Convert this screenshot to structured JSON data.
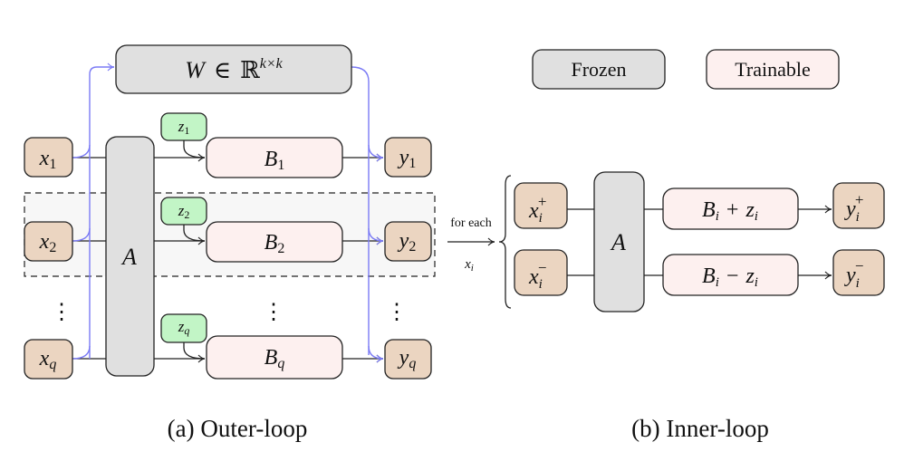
{
  "colors": {
    "frozen": "#e0e0e0",
    "trainable": "#fdf0ef",
    "io": "#ebd5c1",
    "z": "#c2f5c6",
    "highlight": "#f7f7f7",
    "skip_path": "#7b7bf5"
  },
  "legend": {
    "frozen": "Frozen",
    "trainable": "Trainable"
  },
  "outer": {
    "w": {
      "base": "W",
      "in": "∈",
      "set": "ℝ",
      "sup": "k×k"
    },
    "a": "A",
    "inputs": [
      {
        "base": "x",
        "sub": "1"
      },
      {
        "base": "x",
        "sub": "2"
      },
      {
        "base": "x",
        "sub": "q"
      }
    ],
    "outputs": [
      {
        "base": "y",
        "sub": "1"
      },
      {
        "base": "y",
        "sub": "2"
      },
      {
        "base": "y",
        "sub": "q"
      }
    ],
    "z": [
      {
        "base": "z",
        "sub": "1"
      },
      {
        "base": "z",
        "sub": "2"
      },
      {
        "base": "z",
        "sub": "q"
      }
    ],
    "b": [
      {
        "base": "B",
        "sub": "1"
      },
      {
        "base": "B",
        "sub": "2"
      },
      {
        "base": "B",
        "sub": "q"
      }
    ],
    "dots": "⋮",
    "caption": "(a) Outer-loop"
  },
  "transition": {
    "label": "for each",
    "var_base": "x",
    "var_sub": "i"
  },
  "inner": {
    "a": "A",
    "x_plus": {
      "base": "x",
      "sub": "i",
      "sup": "+"
    },
    "x_minus": {
      "base": "x",
      "sub": "i",
      "sup": "−"
    },
    "y_plus": {
      "base": "y",
      "sub": "i",
      "sup": "+"
    },
    "y_minus": {
      "base": "y",
      "sub": "i",
      "sup": "−"
    },
    "b_plus": {
      "b": "B",
      "bsub": "i",
      "op": "+",
      "z": "z",
      "zsub": "i"
    },
    "b_minus": {
      "b": "B",
      "bsub": "i",
      "op": "−",
      "z": "z",
      "zsub": "i"
    },
    "caption": "(b) Inner-loop"
  }
}
